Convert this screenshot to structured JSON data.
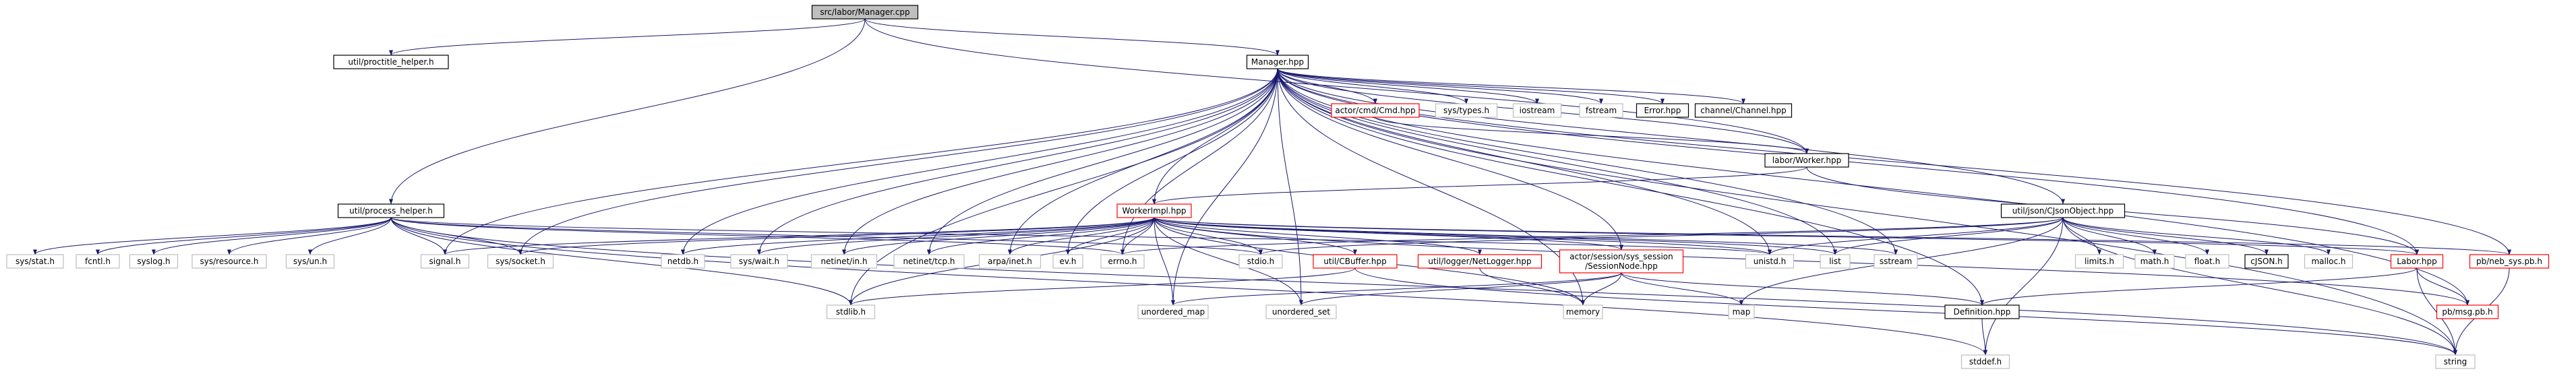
{
  "title": "src/labor/Manager.cpp",
  "colors": {
    "edge": "#191970",
    "normal_border": "#000000",
    "truncated_border": "#ff0000",
    "root_fill": "#bfbfbf",
    "node_fill": "#ffffff"
  },
  "nodes": [
    {
      "id": "root",
      "label": "src/labor/Manager.cpp",
      "kind": "root"
    },
    {
      "id": "proctitle",
      "label": "util/proctitle_helper.h",
      "kind": "normal"
    },
    {
      "id": "manager",
      "label": "Manager.hpp",
      "kind": "normal"
    },
    {
      "id": "cmd",
      "label": "actor/cmd/Cmd.hpp",
      "kind": "truncated"
    },
    {
      "id": "systypes",
      "label": "sys/types.h",
      "kind": "plain"
    },
    {
      "id": "iostream",
      "label": "iostream",
      "kind": "plain"
    },
    {
      "id": "fstream",
      "label": "fstream",
      "kind": "plain"
    },
    {
      "id": "error",
      "label": "Error.hpp",
      "kind": "normal"
    },
    {
      "id": "channel",
      "label": "channel/Channel.hpp",
      "kind": "normal"
    },
    {
      "id": "worker",
      "label": "labor/Worker.hpp",
      "kind": "normal"
    },
    {
      "id": "workerimpl",
      "label": "WorkerImpl.hpp",
      "kind": "truncated"
    },
    {
      "id": "cjson_obj",
      "label": "util/json/CJsonObject.hpp",
      "kind": "normal"
    },
    {
      "id": "process",
      "label": "util/process_helper.h",
      "kind": "normal"
    },
    {
      "id": "sysstat",
      "label": "sys/stat.h",
      "kind": "plain"
    },
    {
      "id": "fcntl",
      "label": "fcntl.h",
      "kind": "plain"
    },
    {
      "id": "syslog",
      "label": "syslog.h",
      "kind": "plain"
    },
    {
      "id": "sysresource",
      "label": "sys/resource.h",
      "kind": "plain"
    },
    {
      "id": "sysun",
      "label": "sys/un.h",
      "kind": "plain"
    },
    {
      "id": "signal",
      "label": "signal.h",
      "kind": "plain"
    },
    {
      "id": "syssocket",
      "label": "sys/socket.h",
      "kind": "plain"
    },
    {
      "id": "netdb",
      "label": "netdb.h",
      "kind": "plain"
    },
    {
      "id": "syswait",
      "label": "sys/wait.h",
      "kind": "plain"
    },
    {
      "id": "netinetin",
      "label": "netinet/in.h",
      "kind": "plain"
    },
    {
      "id": "netinettcp",
      "label": "netinet/tcp.h",
      "kind": "plain"
    },
    {
      "id": "arpainet",
      "label": "arpa/inet.h",
      "kind": "plain"
    },
    {
      "id": "ev",
      "label": "ev.h",
      "kind": "plain"
    },
    {
      "id": "errno",
      "label": "errno.h",
      "kind": "plain"
    },
    {
      "id": "stdio",
      "label": "stdio.h",
      "kind": "plain"
    },
    {
      "id": "cbuffer",
      "label": "util/CBuffer.hpp",
      "kind": "truncated"
    },
    {
      "id": "netlogger",
      "label": "util/logger/NetLogger.hpp",
      "kind": "truncated"
    },
    {
      "id": "session",
      "label": "actor/session/sys_session\n/SessionNode.hpp",
      "kind": "truncated"
    },
    {
      "id": "unistd",
      "label": "unistd.h",
      "kind": "plain"
    },
    {
      "id": "list",
      "label": "list",
      "kind": "plain"
    },
    {
      "id": "sstream",
      "label": "sstream",
      "kind": "plain"
    },
    {
      "id": "limits",
      "label": "limits.h",
      "kind": "plain"
    },
    {
      "id": "math",
      "label": "math.h",
      "kind": "plain"
    },
    {
      "id": "float",
      "label": "float.h",
      "kind": "plain"
    },
    {
      "id": "cjson",
      "label": "cJSON.h",
      "kind": "normal"
    },
    {
      "id": "malloc",
      "label": "malloc.h",
      "kind": "plain"
    },
    {
      "id": "labor",
      "label": "Labor.hpp",
      "kind": "truncated"
    },
    {
      "id": "nebsys",
      "label": "pb/neb_sys.pb.h",
      "kind": "truncated"
    },
    {
      "id": "stdlib",
      "label": "stdlib.h",
      "kind": "plain"
    },
    {
      "id": "umap",
      "label": "unordered_map",
      "kind": "plain"
    },
    {
      "id": "uset",
      "label": "unordered_set",
      "kind": "plain"
    },
    {
      "id": "memory",
      "label": "memory",
      "kind": "plain"
    },
    {
      "id": "map",
      "label": "map",
      "kind": "plain"
    },
    {
      "id": "definition",
      "label": "Definition.hpp",
      "kind": "normal"
    },
    {
      "id": "msg",
      "label": "pb/msg.pb.h",
      "kind": "truncated"
    },
    {
      "id": "stddef",
      "label": "stddef.h",
      "kind": "plain"
    },
    {
      "id": "string",
      "label": "string",
      "kind": "plain"
    }
  ],
  "edges": [
    [
      "root",
      "proctitle"
    ],
    [
      "root",
      "manager"
    ],
    [
      "root",
      "process"
    ],
    [
      "root",
      "worker"
    ],
    [
      "manager",
      "cmd"
    ],
    [
      "manager",
      "systypes"
    ],
    [
      "manager",
      "iostream"
    ],
    [
      "manager",
      "fstream"
    ],
    [
      "manager",
      "error"
    ],
    [
      "manager",
      "channel"
    ],
    [
      "manager",
      "worker"
    ],
    [
      "manager",
      "workerimpl"
    ],
    [
      "manager",
      "cjson_obj"
    ],
    [
      "manager",
      "labor"
    ],
    [
      "manager",
      "nebsys"
    ],
    [
      "manager",
      "string"
    ],
    [
      "manager",
      "signal"
    ],
    [
      "manager",
      "syssocket"
    ],
    [
      "manager",
      "netdb"
    ],
    [
      "manager",
      "syswait"
    ],
    [
      "manager",
      "netinetin"
    ],
    [
      "manager",
      "netinettcp"
    ],
    [
      "manager",
      "arpainet"
    ],
    [
      "manager",
      "ev"
    ],
    [
      "manager",
      "errno"
    ],
    [
      "manager",
      "session"
    ],
    [
      "manager",
      "unistd"
    ],
    [
      "manager",
      "list"
    ],
    [
      "manager",
      "sstream"
    ],
    [
      "manager",
      "stdlib"
    ],
    [
      "manager",
      "umap"
    ],
    [
      "manager",
      "uset"
    ],
    [
      "manager",
      "memory"
    ],
    [
      "manager",
      "definition"
    ],
    [
      "manager",
      "msg"
    ],
    [
      "cmd",
      "worker"
    ],
    [
      "worker",
      "workerimpl"
    ],
    [
      "worker",
      "labor"
    ],
    [
      "process",
      "sysstat"
    ],
    [
      "process",
      "fcntl"
    ],
    [
      "process",
      "syslog"
    ],
    [
      "process",
      "sysresource"
    ],
    [
      "process",
      "sysun"
    ],
    [
      "process",
      "signal"
    ],
    [
      "process",
      "syssocket"
    ],
    [
      "process",
      "errno"
    ],
    [
      "process",
      "stdio"
    ],
    [
      "process",
      "unistd"
    ],
    [
      "process",
      "stdlib"
    ],
    [
      "process",
      "stddef"
    ],
    [
      "process",
      "string"
    ],
    [
      "workerimpl",
      "signal"
    ],
    [
      "workerimpl",
      "syssocket"
    ],
    [
      "workerimpl",
      "netdb"
    ],
    [
      "workerimpl",
      "syswait"
    ],
    [
      "workerimpl",
      "netinetin"
    ],
    [
      "workerimpl",
      "netinettcp"
    ],
    [
      "workerimpl",
      "arpainet"
    ],
    [
      "workerimpl",
      "ev"
    ],
    [
      "workerimpl",
      "errno"
    ],
    [
      "workerimpl",
      "stdio"
    ],
    [
      "workerimpl",
      "cbuffer"
    ],
    [
      "workerimpl",
      "netlogger"
    ],
    [
      "workerimpl",
      "session"
    ],
    [
      "workerimpl",
      "unistd"
    ],
    [
      "workerimpl",
      "list"
    ],
    [
      "workerimpl",
      "sstream"
    ],
    [
      "workerimpl",
      "labor"
    ],
    [
      "workerimpl",
      "nebsys"
    ],
    [
      "workerimpl",
      "stdlib"
    ],
    [
      "workerimpl",
      "umap"
    ],
    [
      "workerimpl",
      "uset"
    ],
    [
      "workerimpl",
      "memory"
    ],
    [
      "workerimpl",
      "msg"
    ],
    [
      "cjson_obj",
      "stdio"
    ],
    [
      "cjson_obj",
      "errno"
    ],
    [
      "cjson_obj",
      "unistd"
    ],
    [
      "cjson_obj",
      "limits"
    ],
    [
      "cjson_obj",
      "math"
    ],
    [
      "cjson_obj",
      "float"
    ],
    [
      "cjson_obj",
      "cjson"
    ],
    [
      "cjson_obj",
      "malloc"
    ],
    [
      "cjson_obj",
      "list"
    ],
    [
      "cjson_obj",
      "map"
    ],
    [
      "cjson_obj",
      "string"
    ],
    [
      "cjson_obj",
      "stddef"
    ],
    [
      "cbuffer",
      "stdlib"
    ],
    [
      "cbuffer",
      "string"
    ],
    [
      "netlogger",
      "memory"
    ],
    [
      "session",
      "umap"
    ],
    [
      "session",
      "uset"
    ],
    [
      "session",
      "memory"
    ],
    [
      "session",
      "map"
    ],
    [
      "session",
      "definition"
    ],
    [
      "labor",
      "definition"
    ],
    [
      "labor",
      "msg"
    ],
    [
      "labor",
      "string"
    ],
    [
      "nebsys",
      "string"
    ],
    [
      "definition",
      "stddef"
    ]
  ]
}
